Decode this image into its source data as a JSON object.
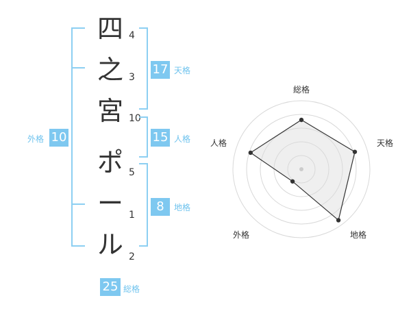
{
  "name_chars": [
    "四",
    "之",
    "宮",
    "ポ",
    "ー",
    "ル"
  ],
  "strokes": [
    "4",
    "3",
    "10",
    "5",
    "1",
    "2"
  ],
  "fortunes": {
    "tenkaku": {
      "value": "17",
      "label": "天格"
    },
    "jinkaku": {
      "value": "15",
      "label": "人格"
    },
    "chikaku": {
      "value": "8",
      "label": "地格"
    },
    "gaikaku": {
      "value": "10",
      "label": "外格"
    },
    "soukaku": {
      "value": "25",
      "label": "総格"
    }
  },
  "radar": {
    "labels": {
      "sou": "総格",
      "ten": "天格",
      "chi": "地格",
      "gai": "外格",
      "jin": "人格"
    },
    "levels": {
      "sou": 0.72,
      "ten": 0.82,
      "chi": 0.92,
      "gai": 0.22,
      "jin": 0.78
    }
  },
  "colors": {
    "accent": "#7ec8f0",
    "bracket": "#8ccff2",
    "label": "#6fc3ee"
  }
}
